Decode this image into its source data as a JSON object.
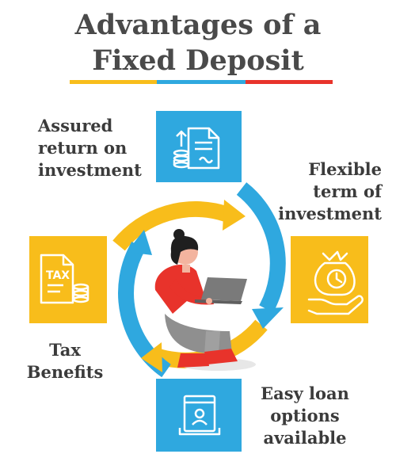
{
  "title": {
    "line1": "Advantages of a",
    "line2": "Fixed Deposit"
  },
  "colors": {
    "blue": "#2fa8df",
    "yellow": "#f8bd1b",
    "red": "#e8332b",
    "text": "#3b3b3b"
  },
  "advantages": [
    {
      "lines": [
        "Assured",
        "return on",
        "investment"
      ],
      "icon": "document-coins-icon"
    },
    {
      "lines": [
        "Flexible",
        "term of",
        "investment"
      ],
      "icon": "money-bag-clock-hand-icon"
    },
    {
      "lines": [
        "Easy loan",
        "options",
        "available"
      ],
      "icon": "browser-profile-icon"
    },
    {
      "lines": [
        "Tax",
        "Benefits"
      ],
      "icon": "tax-document-coins-icon"
    }
  ],
  "center_figure": "woman-with-laptop-illustration"
}
